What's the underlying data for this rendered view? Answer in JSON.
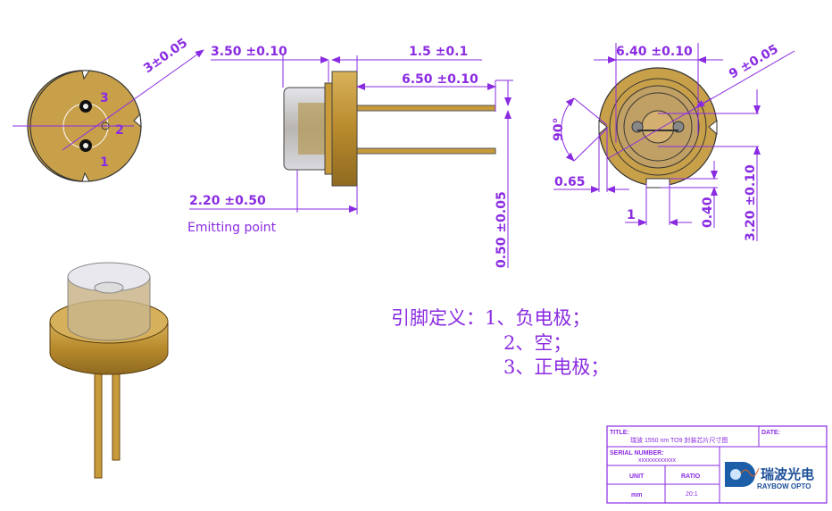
{
  "left_view": {
    "dim_diameter": "3±0.05",
    "pins": [
      "3",
      "2",
      "1"
    ]
  },
  "side_view": {
    "dim_flange": "3.50 ±0.10",
    "dim_flange_thk": "1.5 ±0.1",
    "dim_lead_len": "6.50 ±0.10",
    "dim_emit": "2.20 ±0.50",
    "emit_label": "Emitting point",
    "dim_lead_dia": "0.50 ±0.05"
  },
  "right_view": {
    "dim_cap": "6.40 ±0.10",
    "dim_flange_dia": "9 ±0.05",
    "dim_angle": "90°",
    "dim_notch_depth": "0.65",
    "dim_key_w": "1",
    "dim_key_d": "0.40",
    "dim_pcd": "3.20 ±0.10"
  },
  "pin_definition": {
    "lines": [
      "引脚定义：1、负电极；",
      "2、空；",
      "3、正电极；"
    ]
  },
  "title_block": {
    "title_label": "TITLE:",
    "title_value": "瑞波 1550 nm TO9 封装芯片尺寸图",
    "date_label": "DATE:",
    "serial_label": "SERIAL NUMBER:",
    "serial_value": "xxxxxxxxxxxx",
    "unit_label": "UNIT",
    "unit_value": "mm",
    "ratio_label": "RATIO",
    "ratio_value": "20:1",
    "logo_cn": "瑞波光电",
    "logo_en": "RAYBOW OPTO"
  },
  "colors": {
    "dim": "#8a2be2",
    "gold": "#c9a046",
    "logo_blue": "#1c5fa8"
  }
}
